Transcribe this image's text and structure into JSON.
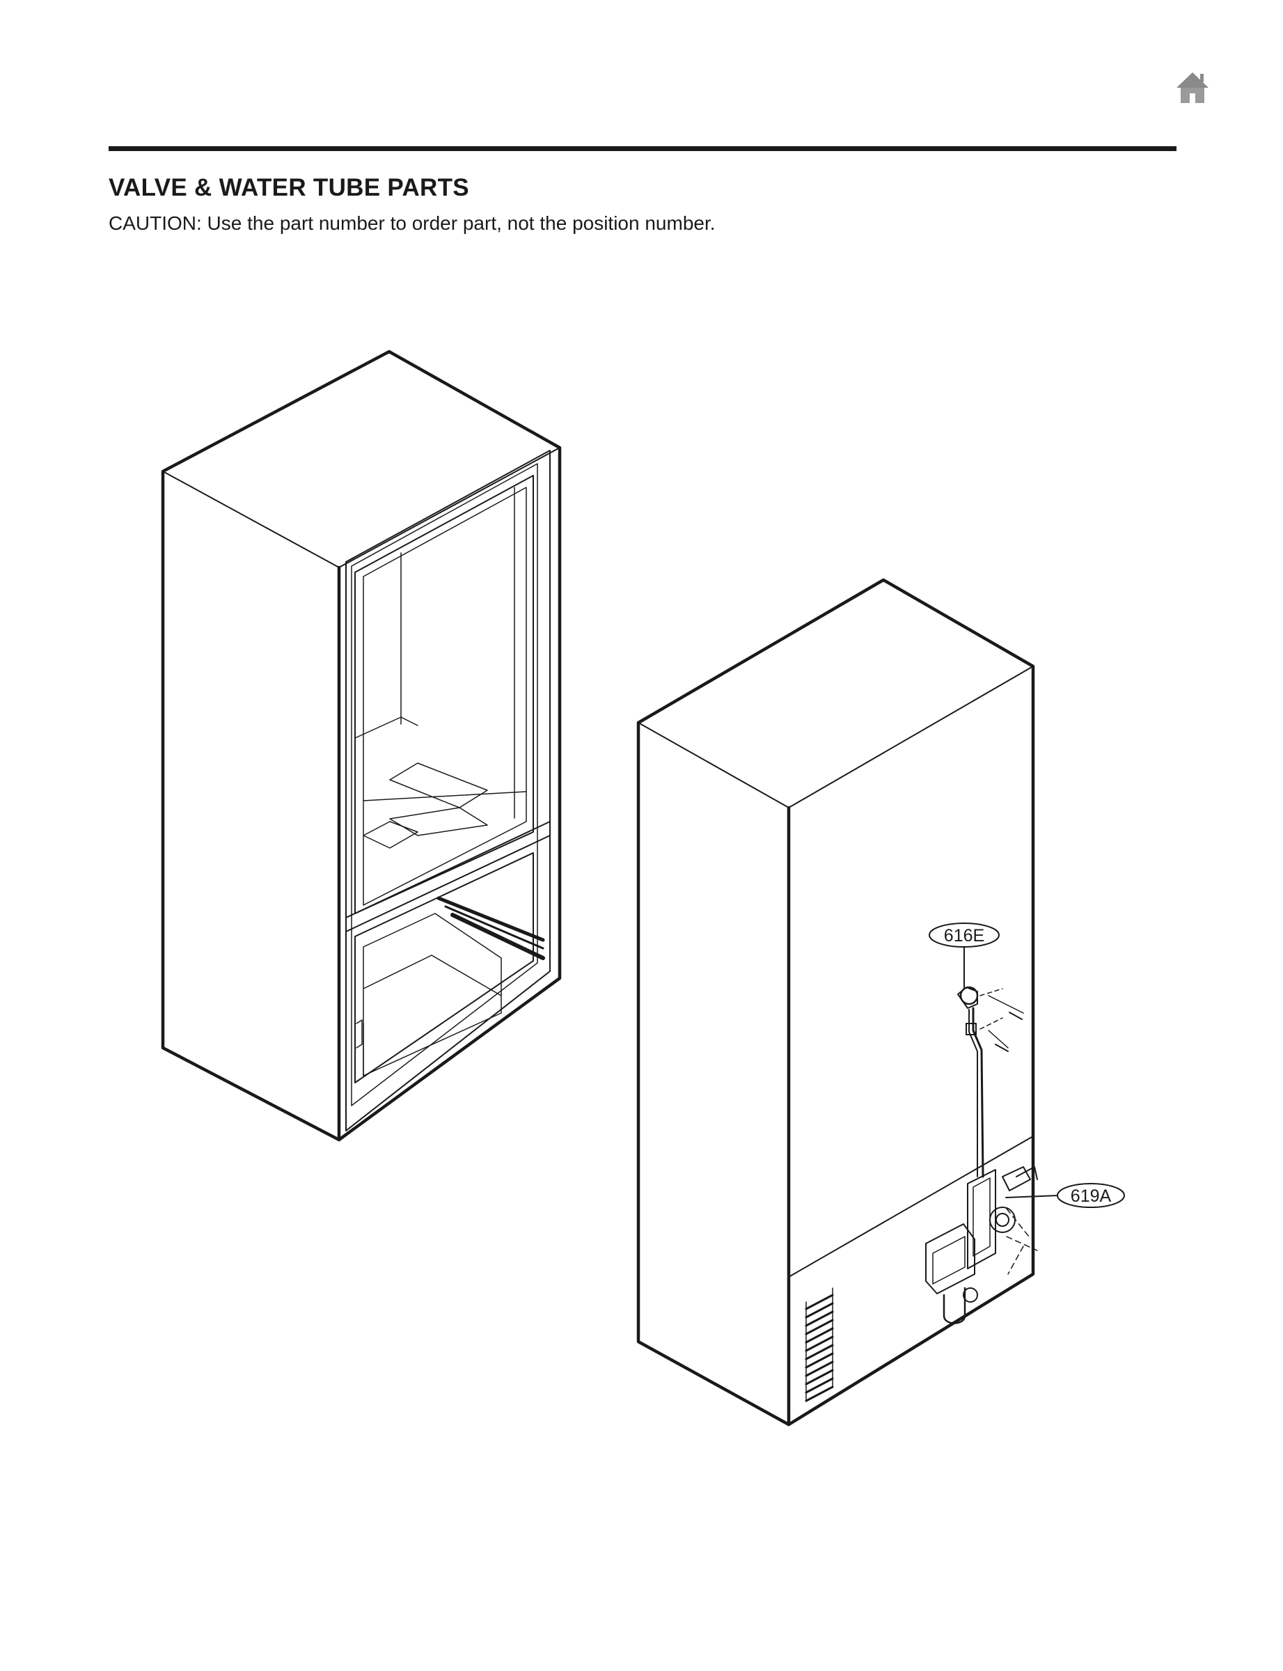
{
  "header": {
    "home_icon": "home-icon",
    "title": "VALVE & WATER TUBE PARTS",
    "caution": "CAUTION: Use the part number to order part, not the position number."
  },
  "callouts": [
    {
      "id": "616E"
    },
    {
      "id": "619A"
    }
  ],
  "colors": {
    "line": "#1a1a1a",
    "icon": "#8a8a8a"
  }
}
